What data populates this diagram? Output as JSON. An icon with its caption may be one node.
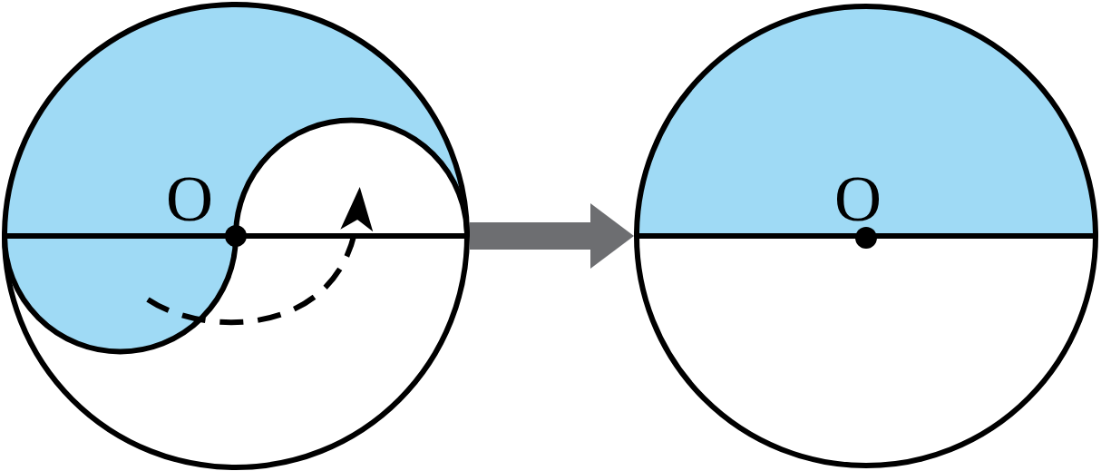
{
  "diagram": {
    "nodes": [
      {
        "text": [
          "O"
        ]
      },
      {
        "text": [
          "O"
        ]
      }
    ],
    "edges": [
      {
        "from": 0,
        "to": 1,
        "arrow": "to"
      }
    ]
  }
}
